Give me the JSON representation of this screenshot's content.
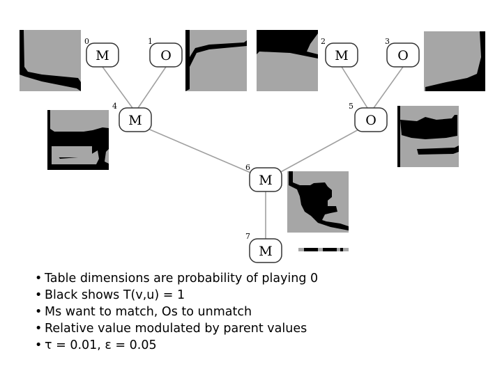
{
  "nodes": [
    {
      "index": "0",
      "label": "M"
    },
    {
      "index": "1",
      "label": "O"
    },
    {
      "index": "2",
      "label": "M"
    },
    {
      "index": "3",
      "label": "O"
    },
    {
      "index": "4",
      "label": "M"
    },
    {
      "index": "5",
      "label": "O"
    },
    {
      "index": "6",
      "label": "M"
    },
    {
      "index": "7",
      "label": "M"
    }
  ],
  "edges": [
    [
      0,
      4
    ],
    [
      1,
      4
    ],
    [
      2,
      5
    ],
    [
      3,
      5
    ],
    [
      4,
      6
    ],
    [
      5,
      6
    ],
    [
      6,
      7
    ]
  ],
  "colors": {
    "cell_fill": "#a6a6a6",
    "threshold": "#000000",
    "edge": "#a0a0a0"
  },
  "notes": [
    "Table dimensions are probability of playing 0",
    "Black shows T(v,u) = 1",
    "Ms want to match, Os to unmatch",
    "Relative value modulated by parent values",
    "τ = 0.01, ε = 0.05"
  ]
}
